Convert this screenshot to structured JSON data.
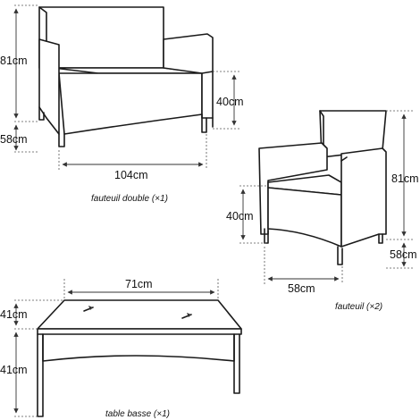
{
  "sofa": {
    "height_label": "81cm",
    "seat_height_label": "40cm",
    "depth_label": "58cm",
    "width_label": "104cm",
    "caption": "fauteuil double (×1)"
  },
  "armchair": {
    "height_label": "81cm",
    "seat_height_label": "40cm",
    "depth_label": "58cm",
    "width_label": "58cm",
    "caption": "fauteuil (×2)"
  },
  "table": {
    "depth_label": "41cm",
    "height_label": "41cm",
    "width_label": "71cm",
    "caption": "table basse (×1)"
  },
  "colors": {
    "line": "#1a1a1a",
    "background": "#ffffff"
  }
}
